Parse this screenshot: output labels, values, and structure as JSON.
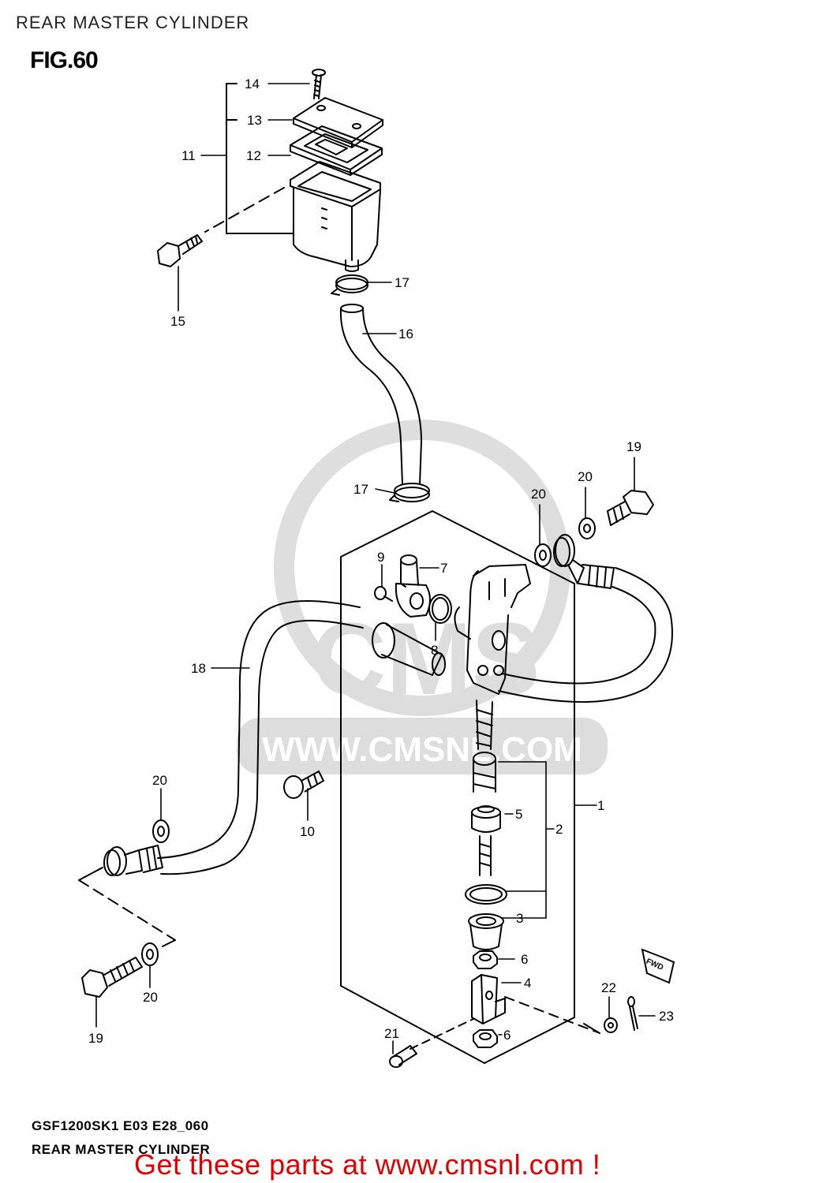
{
  "page": {
    "title": "REAR MASTER CYLINDER",
    "figure": "FIG.60"
  },
  "watermark": {
    "text": "WWW.CMSNL.COM",
    "logo_text": "CMS"
  },
  "footer": {
    "model_code": "GSF1200SK1 E03 E28_060",
    "diagram_name": "REAR MASTER CYLINDER"
  },
  "promo": {
    "text": "Get these parts at www.cmsnl.com !"
  },
  "fwd_badge": "FWD",
  "callouts": [
    {
      "id": "c1",
      "label": "1"
    },
    {
      "id": "c2",
      "label": "2"
    },
    {
      "id": "c3",
      "label": "3"
    },
    {
      "id": "c4",
      "label": "4"
    },
    {
      "id": "c5",
      "label": "5"
    },
    {
      "id": "c6a",
      "label": "6"
    },
    {
      "id": "c6b",
      "label": "6"
    },
    {
      "id": "c7",
      "label": "7"
    },
    {
      "id": "c8",
      "label": "8"
    },
    {
      "id": "c9",
      "label": "9"
    },
    {
      "id": "c10",
      "label": "10"
    },
    {
      "id": "c11",
      "label": "11"
    },
    {
      "id": "c12",
      "label": "12"
    },
    {
      "id": "c13",
      "label": "13"
    },
    {
      "id": "c14",
      "label": "14"
    },
    {
      "id": "c15",
      "label": "15"
    },
    {
      "id": "c16",
      "label": "16"
    },
    {
      "id": "c17a",
      "label": "17"
    },
    {
      "id": "c17b",
      "label": "17"
    },
    {
      "id": "c18",
      "label": "18"
    },
    {
      "id": "c19a",
      "label": "19"
    },
    {
      "id": "c19b",
      "label": "19"
    },
    {
      "id": "c20a",
      "label": "20"
    },
    {
      "id": "c20b",
      "label": "20"
    },
    {
      "id": "c20c",
      "label": "20"
    },
    {
      "id": "c20d",
      "label": "20"
    },
    {
      "id": "c21",
      "label": "21"
    },
    {
      "id": "c22",
      "label": "22"
    },
    {
      "id": "c23",
      "label": "23"
    }
  ]
}
